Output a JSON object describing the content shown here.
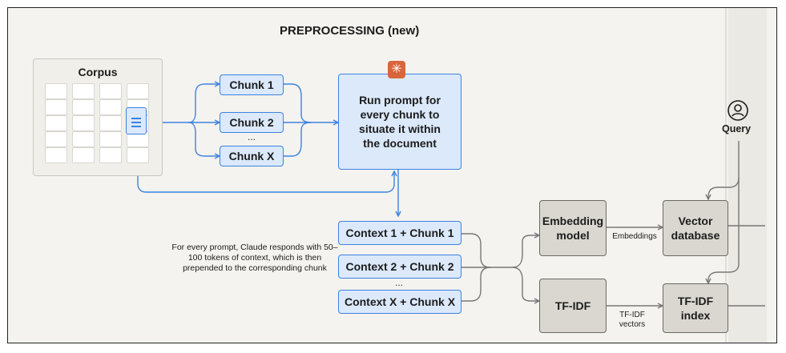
{
  "title": "PREPROCESSING (new)",
  "corpus": {
    "label": "Corpus"
  },
  "chunks": [
    "Chunk 1",
    "Chunk 2",
    "Chunk X"
  ],
  "ellipsis": "...",
  "prompt_box": {
    "text": "Run prompt for every chunk to situate it within the document"
  },
  "contexts": [
    "Context 1 + Chunk 1",
    "Context 2 + Chunk 2",
    "Context X + Chunk X"
  ],
  "note": "For every prompt, Claude responds with 50–100 tokens of context, which is then prepended to the corresponding chunk",
  "embedding_model": "Embedding model",
  "embeddings_label": "Embeddings",
  "vector_database": "Vector database",
  "tfidf": "TF-IDF",
  "tfidf_vectors_label": "TF-IDF vectors",
  "tfidf_index": "TF-IDF index",
  "query": "Query",
  "colors": {
    "blue": "#3d82e0",
    "blue_fill": "#dbe9fb",
    "gray_fill": "#d9d7d0",
    "gray_stroke": "#6b6962",
    "claude": "#d9653b"
  },
  "icons": [
    "document-icon",
    "claude-logo-icon",
    "user-icon"
  ]
}
